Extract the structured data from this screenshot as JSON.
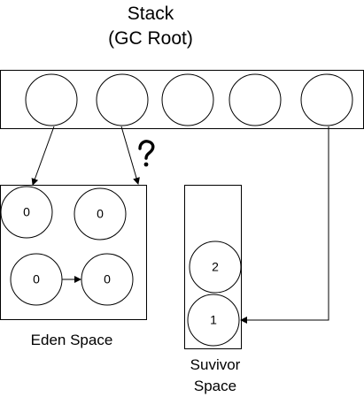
{
  "stack": {
    "title_line1": "Stack",
    "title_line2": "(GC Root)"
  },
  "eden": {
    "label": "Eden Space",
    "objects": [
      "0",
      "0",
      "0",
      "0"
    ]
  },
  "survivor": {
    "label_line1": "Suvivor",
    "label_line2": "Space",
    "objects": [
      "2",
      "1"
    ]
  },
  "annotation": {
    "icon": "question-mark-icon"
  },
  "colors": {
    "stroke": "#000000",
    "fill": "#ffffff"
  }
}
